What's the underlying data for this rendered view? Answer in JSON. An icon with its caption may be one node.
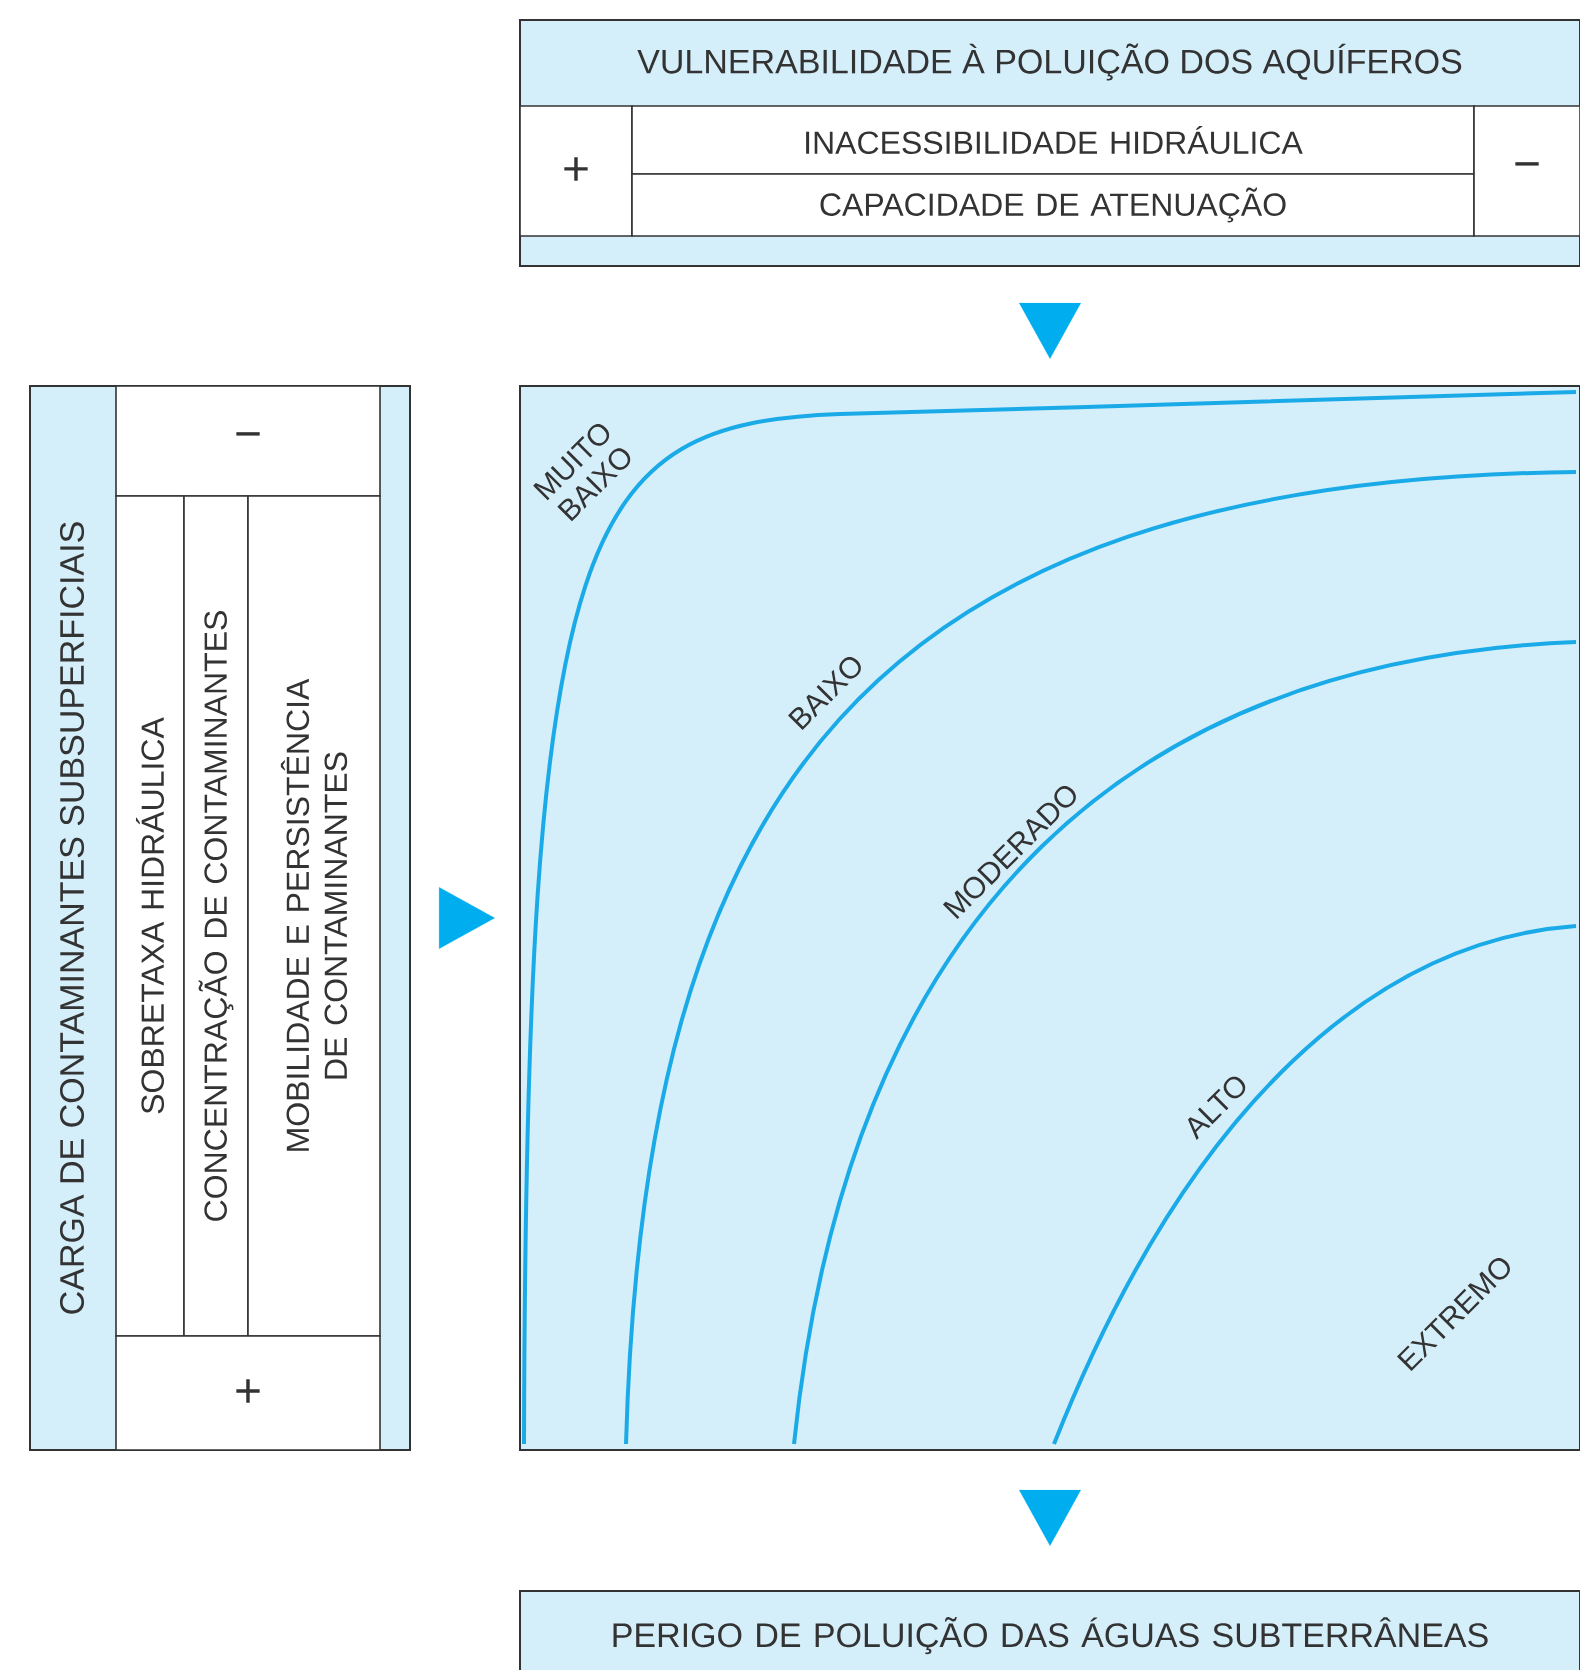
{
  "diagram": {
    "nodes": [
      {
        "text": [
          "VULNERABILIDADE À POLUIÇÃO DOS AQUÍFEROS"
        ]
      },
      {
        "text": [
          "+"
        ],
        "in": 0
      },
      {
        "text": [
          "INACESSIBILIDADE HIDRÁULICA"
        ],
        "in": 0
      },
      {
        "text": [
          "CAPACIDADE DE ATENUAÇÃO"
        ],
        "in": 0
      },
      {
        "text": [
          "−"
        ],
        "in": 0
      },
      {
        "text": [
          "CARGA DE CONTAMINANTES SUBSUPERFICIAIS"
        ]
      },
      {
        "text": [
          "−"
        ],
        "in": 5
      },
      {
        "text": [
          "SOBRETAXA HIDRÁULICA"
        ],
        "in": 5
      },
      {
        "text": [
          "CONCENTRAÇÃO DE CONTAMINANTES"
        ],
        "in": 5
      },
      {
        "text": [
          "MOBILIDADE E PERSISTÊNCIA DE CONTAMINANTES"
        ],
        "in": 5
      },
      {
        "text": [
          "+"
        ],
        "in": 5
      },
      {
        "text": [],
        "shape": "box"
      },
      {
        "text": [
          "PERIGO DE POLUIÇÃO DAS ÁGUAS SUBTERRÂNEAS"
        ]
      }
    ],
    "edges": [
      {
        "from": 0,
        "to": 11,
        "arrow": "to"
      },
      {
        "from": 5,
        "to": 11,
        "arrow": "to"
      },
      {
        "from": 11,
        "to": 12,
        "arrow": "to"
      }
    ],
    "labels": [
      "MUITO BAIXO",
      "BAIXO",
      "MODERADO",
      "ALTO",
      "EXTREMO"
    ]
  }
}
